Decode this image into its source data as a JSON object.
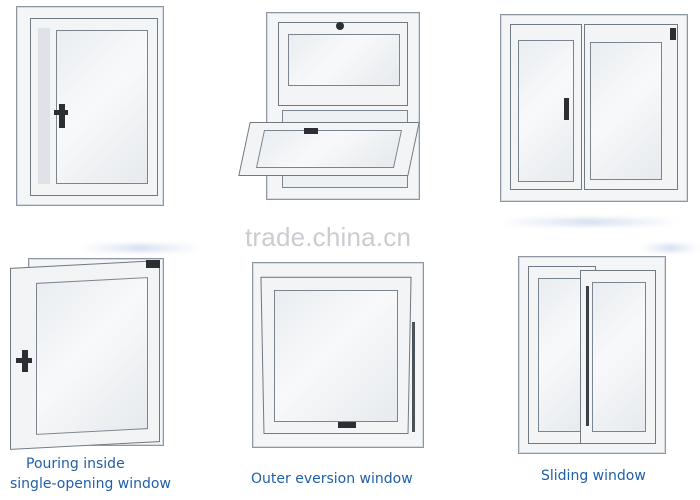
{
  "watermark": "trade.china.cn",
  "windows": [
    {
      "id": "top-left",
      "type": "casement window, side hinged, closed"
    },
    {
      "id": "top-center",
      "type": "top-hung window with lower sash tilted open"
    },
    {
      "id": "top-right",
      "type": "double casement, right sash open"
    },
    {
      "id": "bottom-left",
      "type": "inward opening single sash",
      "label_lines": [
        "Pouring inside",
        "single-opening window"
      ]
    },
    {
      "id": "bottom-center",
      "type": "awning window opened outward",
      "label_lines": [
        "Outer eversion window"
      ]
    },
    {
      "id": "bottom-right",
      "type": "sliding window",
      "label_lines": [
        "Sliding window"
      ]
    }
  ],
  "colors": {
    "label": "#1f5fa8",
    "frame": "#f4f5f6",
    "outline": "#8f98a2",
    "handle": "#2b2f33"
  }
}
